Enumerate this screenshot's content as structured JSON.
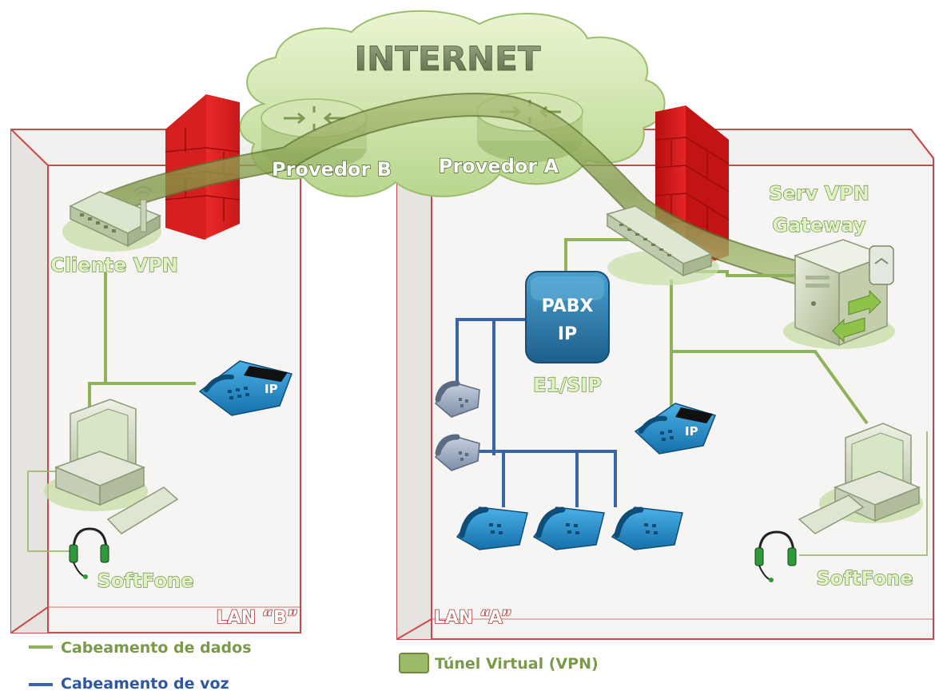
{
  "labels": {
    "internet": "INTERNET",
    "provedor_b": "Provedor B",
    "provedor_a": "Provedor A",
    "cliente_vpn": "Cliente VPN",
    "serv_vpn_line1": "Serv VPN",
    "serv_vpn_line2": "Gateway",
    "pabx_line1": "PABX",
    "pabx_line2": "IP",
    "e1_sip": "E1/SIP",
    "softfone_b": "SoftFone",
    "softfone_a": "SoftFone",
    "lan_b": "LAN “B”",
    "lan_a": "LAN “A”",
    "ip_tag": "IP"
  },
  "legend": {
    "dados": "Cabeamento de dados",
    "voz": "Cabeamento de voz",
    "tunel": "Túnel Virtual (VPN)"
  },
  "colors": {
    "data_cable": "#8fb35a",
    "voice_cable": "#3a64a8",
    "lan_border": "#c94a4a",
    "firewall": "#d81f1f",
    "phone": "#1f86c4",
    "pabx": "#2b78a8",
    "tunnel": "#8aa052"
  }
}
